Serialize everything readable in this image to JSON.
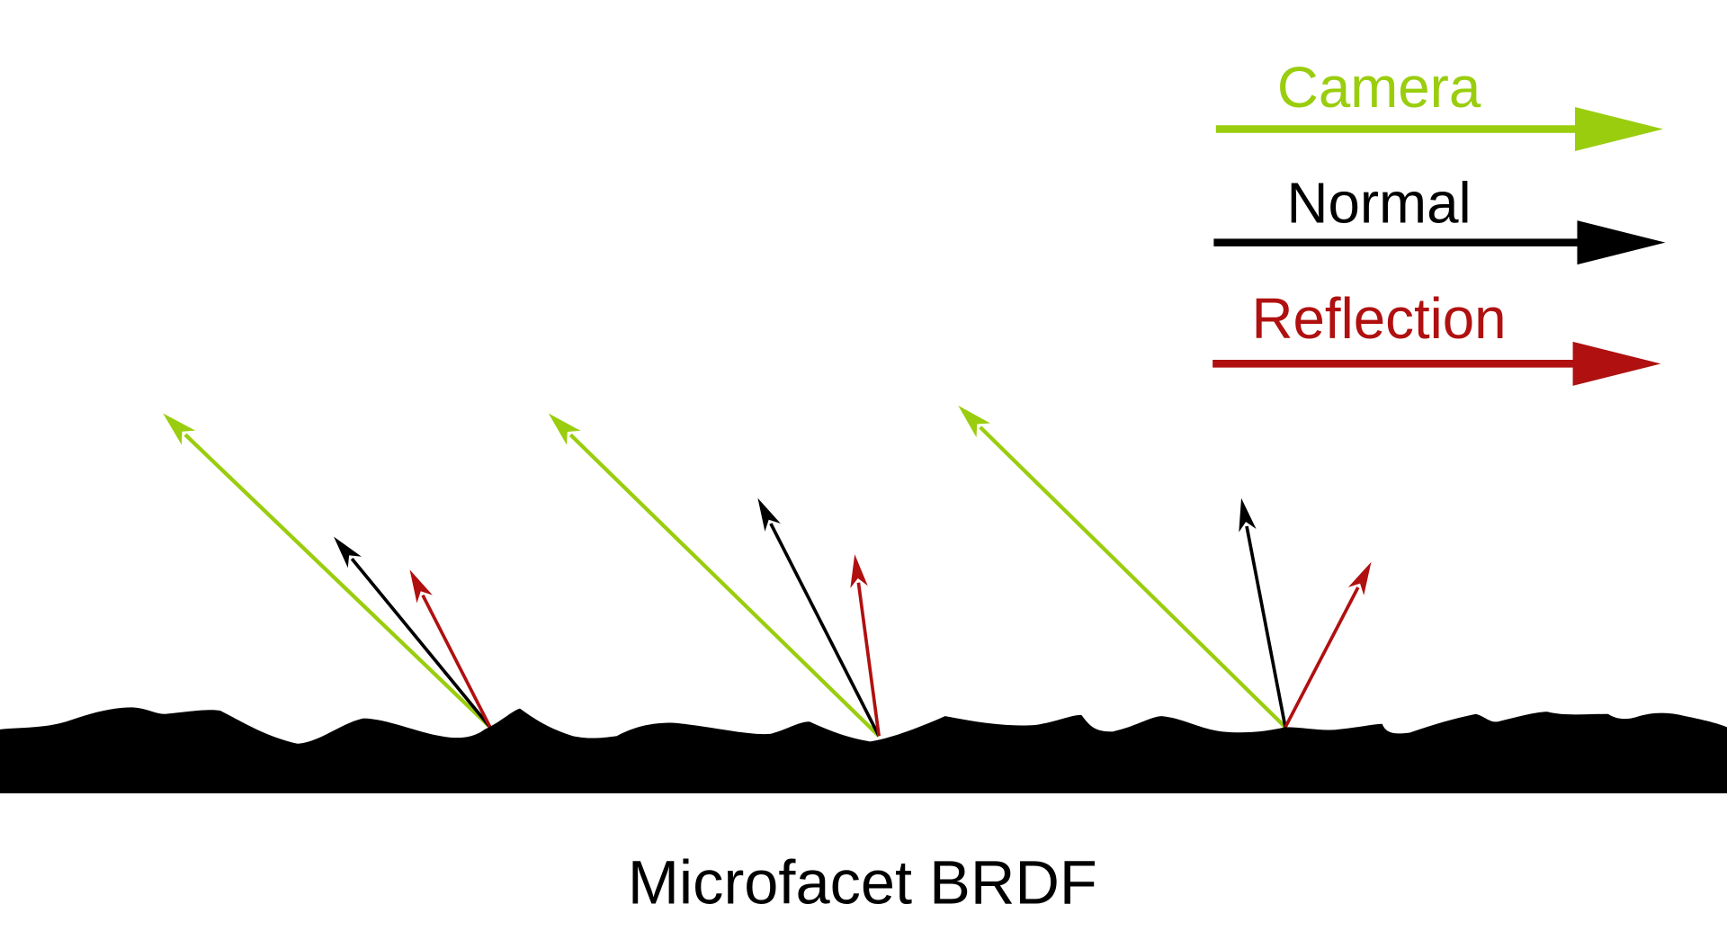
{
  "title": "Microfacet BRDF",
  "legend": [
    {
      "label": "Camera",
      "color": "#9acd0e"
    },
    {
      "label": "Normal",
      "color": "#000000"
    },
    {
      "label": "Reflection",
      "color": "#b01010"
    }
  ],
  "colors": {
    "surface": "#000000",
    "background": "#ffffff"
  }
}
